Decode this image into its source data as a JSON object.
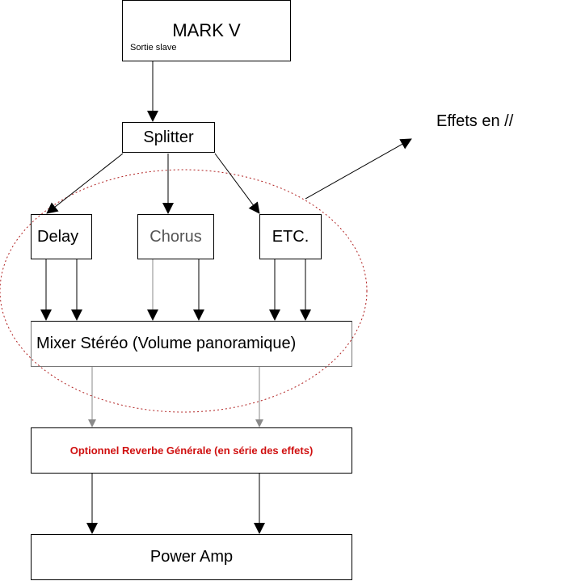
{
  "nodes": {
    "mark_v": {
      "title": "MARK V",
      "subtitle": "Sortie slave"
    },
    "splitter": {
      "label": "Splitter"
    },
    "delay": {
      "label": "Delay"
    },
    "chorus": {
      "label": "Chorus"
    },
    "etc": {
      "label": "ETC."
    },
    "mixer": {
      "label": "Mixer Stéréo (Volume panoramique)"
    },
    "reverb": {
      "label": "Optionnel Reverbe Générale (en série des effets)"
    },
    "power_amp": {
      "label": "Power Amp"
    }
  },
  "annotation": {
    "label": "Effets en //"
  },
  "colors": {
    "line": "#000000",
    "gray_line": "#8a8a8a",
    "ellipse": "#b02020",
    "reverb_text": "#d01010"
  }
}
